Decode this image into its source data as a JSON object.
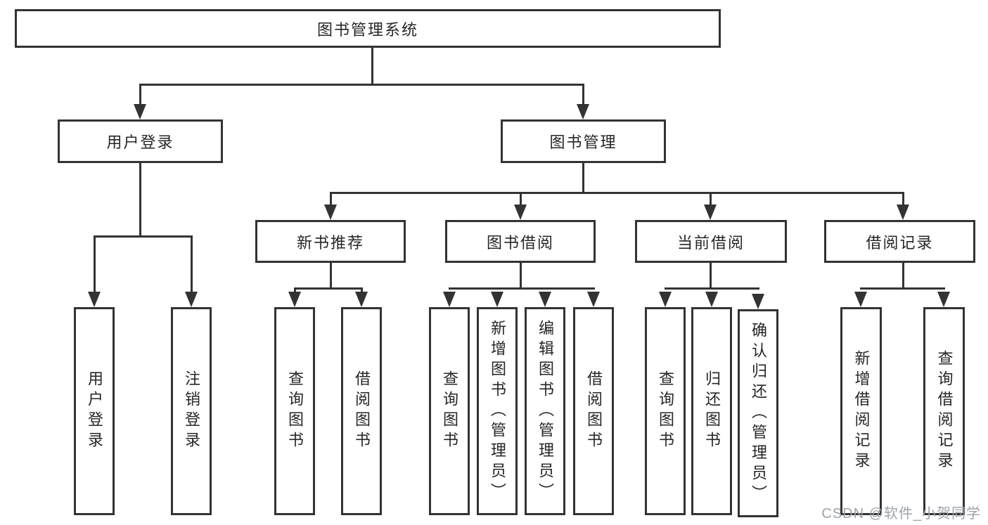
{
  "root": {
    "label": "图书管理系统"
  },
  "level2": [
    {
      "label": "用户登录"
    },
    {
      "label": "图书管理"
    }
  ],
  "level3": [
    {
      "label": "新书推荐"
    },
    {
      "label": "图书借阅"
    },
    {
      "label": "当前借阅"
    },
    {
      "label": "借阅记录"
    }
  ],
  "leaves": {
    "user_login": [
      {
        "label": "用户登录"
      },
      {
        "label": "注销登录"
      }
    ],
    "new_book": [
      {
        "label": "查询图书"
      },
      {
        "label": "借阅图书"
      }
    ],
    "book_borrow": [
      {
        "label": "查询图书"
      },
      {
        "label": "新增图书（管理员）"
      },
      {
        "label": "编辑图书（管理员）"
      },
      {
        "label": "借阅图书"
      }
    ],
    "current_borrow": [
      {
        "label": "查询图书"
      },
      {
        "label": "归还图书"
      },
      {
        "label": "确认归还（管理员）"
      }
    ],
    "borrow_records": [
      {
        "label": "新增借阅记录"
      },
      {
        "label": "查询借阅记录"
      }
    ]
  },
  "watermark": {
    "text": "CSDN @软件_小贺同学"
  },
  "colors": {
    "line": "#333333",
    "text": "#262626",
    "watermark": "#9ea3a9",
    "background": "#ffffff"
  }
}
